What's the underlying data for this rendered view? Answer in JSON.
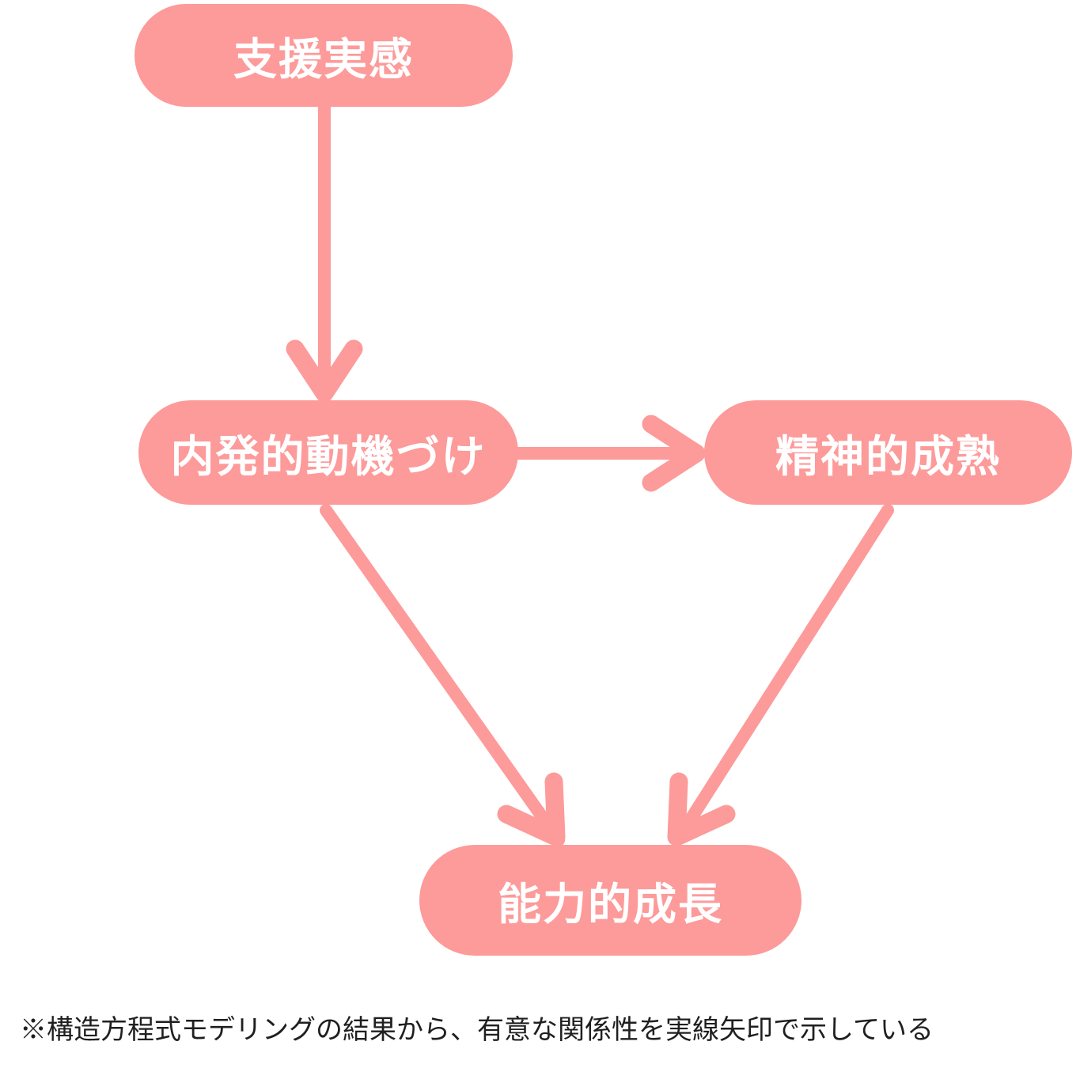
{
  "diagram": {
    "nodes": {
      "support": {
        "label": "支援実感"
      },
      "motivation": {
        "label": "内発的動機づけ"
      },
      "maturity": {
        "label": "精神的成熟"
      },
      "growth": {
        "label": "能力的成長"
      }
    },
    "edges": [
      {
        "from": "支援実感",
        "to": "内発的動機づけ",
        "style": "solid-arrow"
      },
      {
        "from": "内発的動機づけ",
        "to": "精神的成熟",
        "style": "solid-arrow"
      },
      {
        "from": "内発的動機づけ",
        "to": "能力的成長",
        "style": "solid-arrow"
      },
      {
        "from": "精神的成熟",
        "to": "能力的成長",
        "style": "solid-arrow"
      }
    ],
    "colors": {
      "node_fill": "#FD9A9A",
      "node_text": "#FFFFFF",
      "arrow": "#FD9A9A",
      "note_text": "#1F1F1F",
      "background": "#FFFFFF"
    },
    "note": "※構造方程式モデリングの結果から、有意な関係性を実線矢印で示している"
  }
}
